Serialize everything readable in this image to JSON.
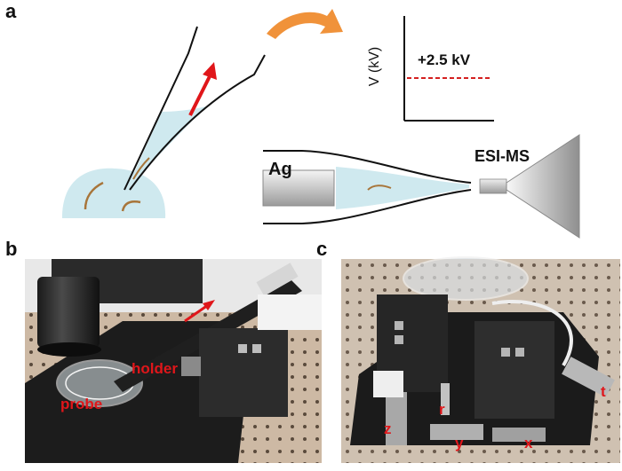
{
  "panels": {
    "a": {
      "letter": "a",
      "voltage_axis_label": "V (kV)",
      "voltage_value": "+2.5 kV",
      "electrode_label": "Ag",
      "ms_label": "ESI-MS"
    },
    "b": {
      "letter": "b",
      "labels": {
        "probe": "probe",
        "holder": "holder"
      }
    },
    "c": {
      "letter": "c",
      "axis_labels": {
        "z": "z",
        "r": "r",
        "y": "y",
        "x": "x",
        "t": "t"
      }
    }
  },
  "colors": {
    "arrow_red": "#e0161a",
    "curved_arrow_orange": "#f0923a",
    "liquid_cyan": "#cfe9ef",
    "voltage_line_red": "#d42020",
    "label_red": "#e0161a"
  }
}
